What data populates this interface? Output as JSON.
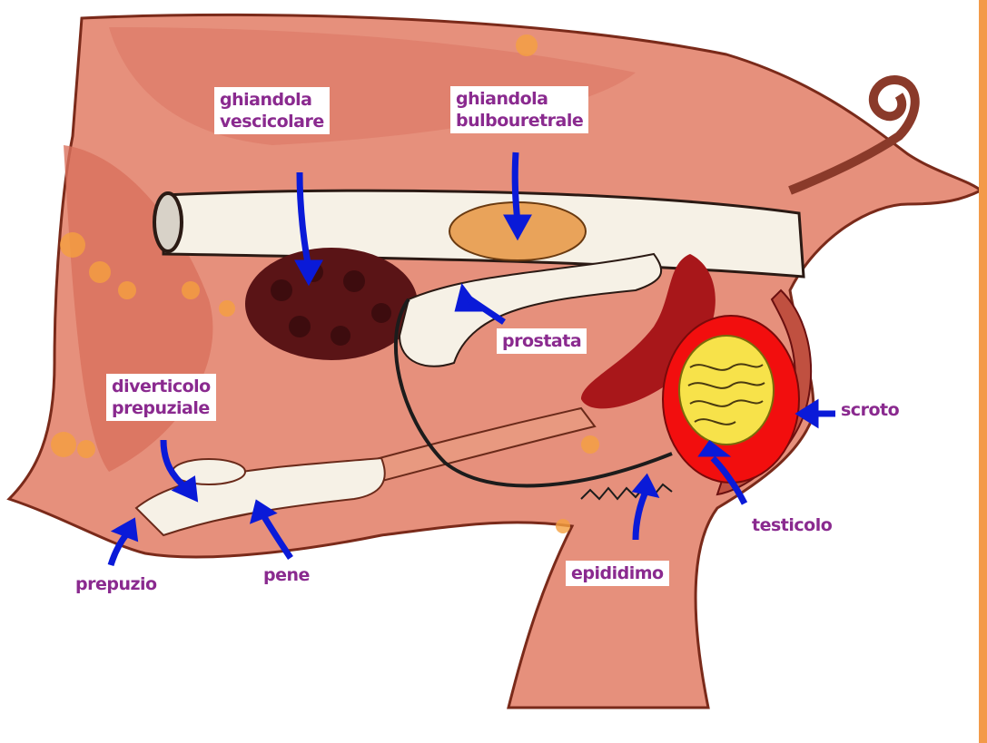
{
  "labels": {
    "ghiandola_vescicolare": {
      "line1": "ghiandola",
      "line2": "vescicolare"
    },
    "ghiandola_bulbouretrale": {
      "line1": "ghiandola",
      "line2": "bulbouretrale"
    },
    "prostata": "prostata",
    "diverticolo_prepuziale": {
      "line1": "diverticolo",
      "line2": "prepuziale"
    },
    "scroto": "scroto",
    "testicolo": "testicolo",
    "epididimo": "epididimo",
    "pene": "pene",
    "prepuzio": "prepuzio"
  },
  "colors": {
    "label_text": "#8a2a8f",
    "arrow": "#0a1ad8",
    "body": "#e7937f",
    "muscle": "#d7705c",
    "tube": "#f7f3ea",
    "gland_dark": "#5a1416",
    "bulbourethral": "#e9a35a",
    "testis": "#f20e0e",
    "testis_core": "#f7e24a",
    "frame": "#f39a4a"
  }
}
